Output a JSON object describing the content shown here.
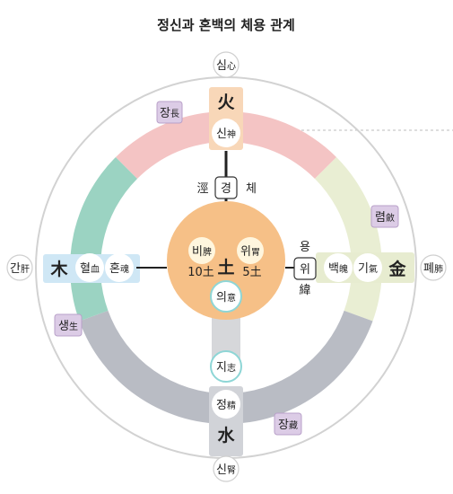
{
  "title": "정신과 혼백의 체용 관계",
  "colors": {
    "fire": "#f4c4c4",
    "wood": "#9bd3c2",
    "metal": "#e9eed3",
    "water": "#b9bcc4",
    "earth": "#f6c087",
    "fire_bar": "#f8d7b8",
    "wood_bar": "#cfe7f5",
    "metal_bar": "#e7ecd0",
    "tag": "#dccce6"
  },
  "organs": {
    "heart": {
      "ko": "심",
      "hanja": "心"
    },
    "liver": {
      "ko": "간",
      "hanja": "肝"
    },
    "lung": {
      "ko": "폐",
      "hanja": "肺"
    },
    "kidney": {
      "ko": "신",
      "hanja": "腎"
    }
  },
  "elements": {
    "fire": "火",
    "wood": "木",
    "metal": "金",
    "water": "水",
    "earth": "土"
  },
  "spirits": {
    "shin": {
      "ko": "신",
      "hanja": "神"
    },
    "hyeol": {
      "ko": "혈",
      "hanja": "血"
    },
    "hon": {
      "ko": "혼",
      "hanja": "魂"
    },
    "baek": {
      "ko": "백",
      "hanja": "魄"
    },
    "gi": {
      "ko": "기",
      "hanja": "氣"
    },
    "ji": {
      "ko": "지",
      "hanja": "志"
    },
    "jeong": {
      "ko": "정",
      "hanja": "精"
    },
    "ui": {
      "ko": "의",
      "hanja": "意"
    }
  },
  "center": {
    "spleen": {
      "ko": "비",
      "hanja": "脾"
    },
    "stomach": {
      "ko": "위",
      "hanja": "胃"
    },
    "left_num": "10土",
    "right_num": "5土"
  },
  "relation": {
    "gyeong": "경",
    "left": "涇",
    "right": "체",
    "wi": "위",
    "top": "용",
    "bottom": "緯"
  },
  "tags": {
    "jang": {
      "ko": "장",
      "hanja": "長"
    },
    "saeng": {
      "ko": "생",
      "hanja": "生"
    },
    "ryeom": {
      "ko": "렴",
      "hanja": "斂"
    },
    "jang2": {
      "ko": "장",
      "hanja": "藏"
    }
  }
}
